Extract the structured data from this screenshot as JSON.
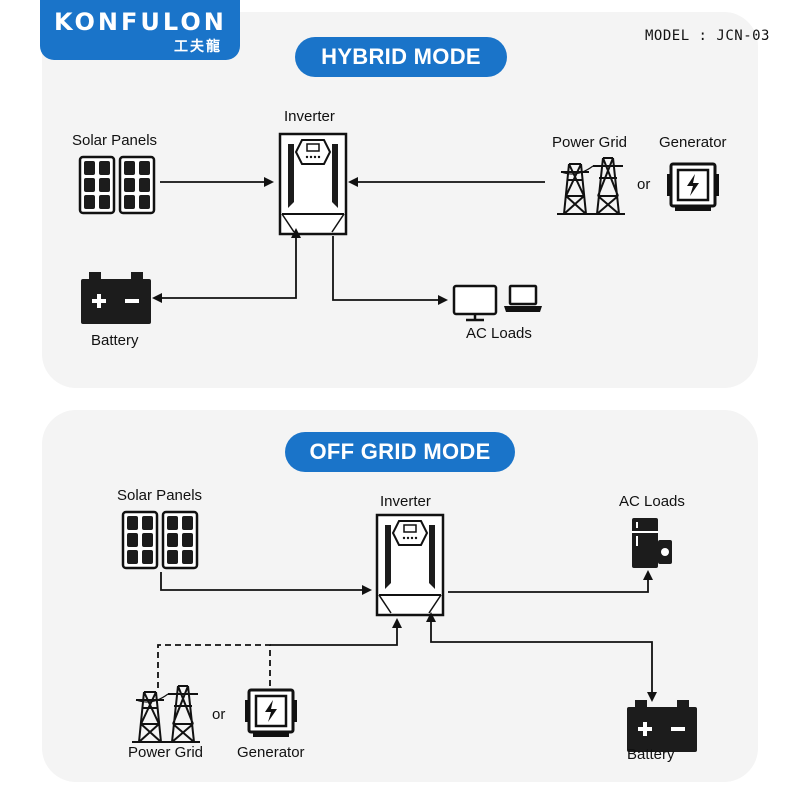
{
  "header": {
    "brand": "KONFULON",
    "brand_cn": "工夫龍",
    "registered": "®",
    "model": "MODEL : JCN-03"
  },
  "hybrid": {
    "title": "HYBRID MODE",
    "inverter": "Inverter",
    "solar": "Solar Panels",
    "grid": "Power Grid",
    "or": "or",
    "generator": "Generator",
    "battery": "Battery",
    "ac_loads": "AC Loads"
  },
  "offgrid": {
    "title": "OFF GRID MODE",
    "inverter": "Inverter",
    "solar": "Solar Panels",
    "ac_loads": "AC Loads",
    "grid": "Power Grid",
    "or": "or",
    "generator": "Generator",
    "battery": "Battery"
  },
  "colors": {
    "accent": "#1a74c9",
    "panel": "#f4f4f4",
    "ink": "#111111"
  },
  "icons": [
    "solar-panel-icon",
    "inverter-icon",
    "power-grid-icon",
    "generator-icon",
    "battery-icon",
    "monitor-icon",
    "laptop-icon",
    "refrigerator-icon"
  ]
}
